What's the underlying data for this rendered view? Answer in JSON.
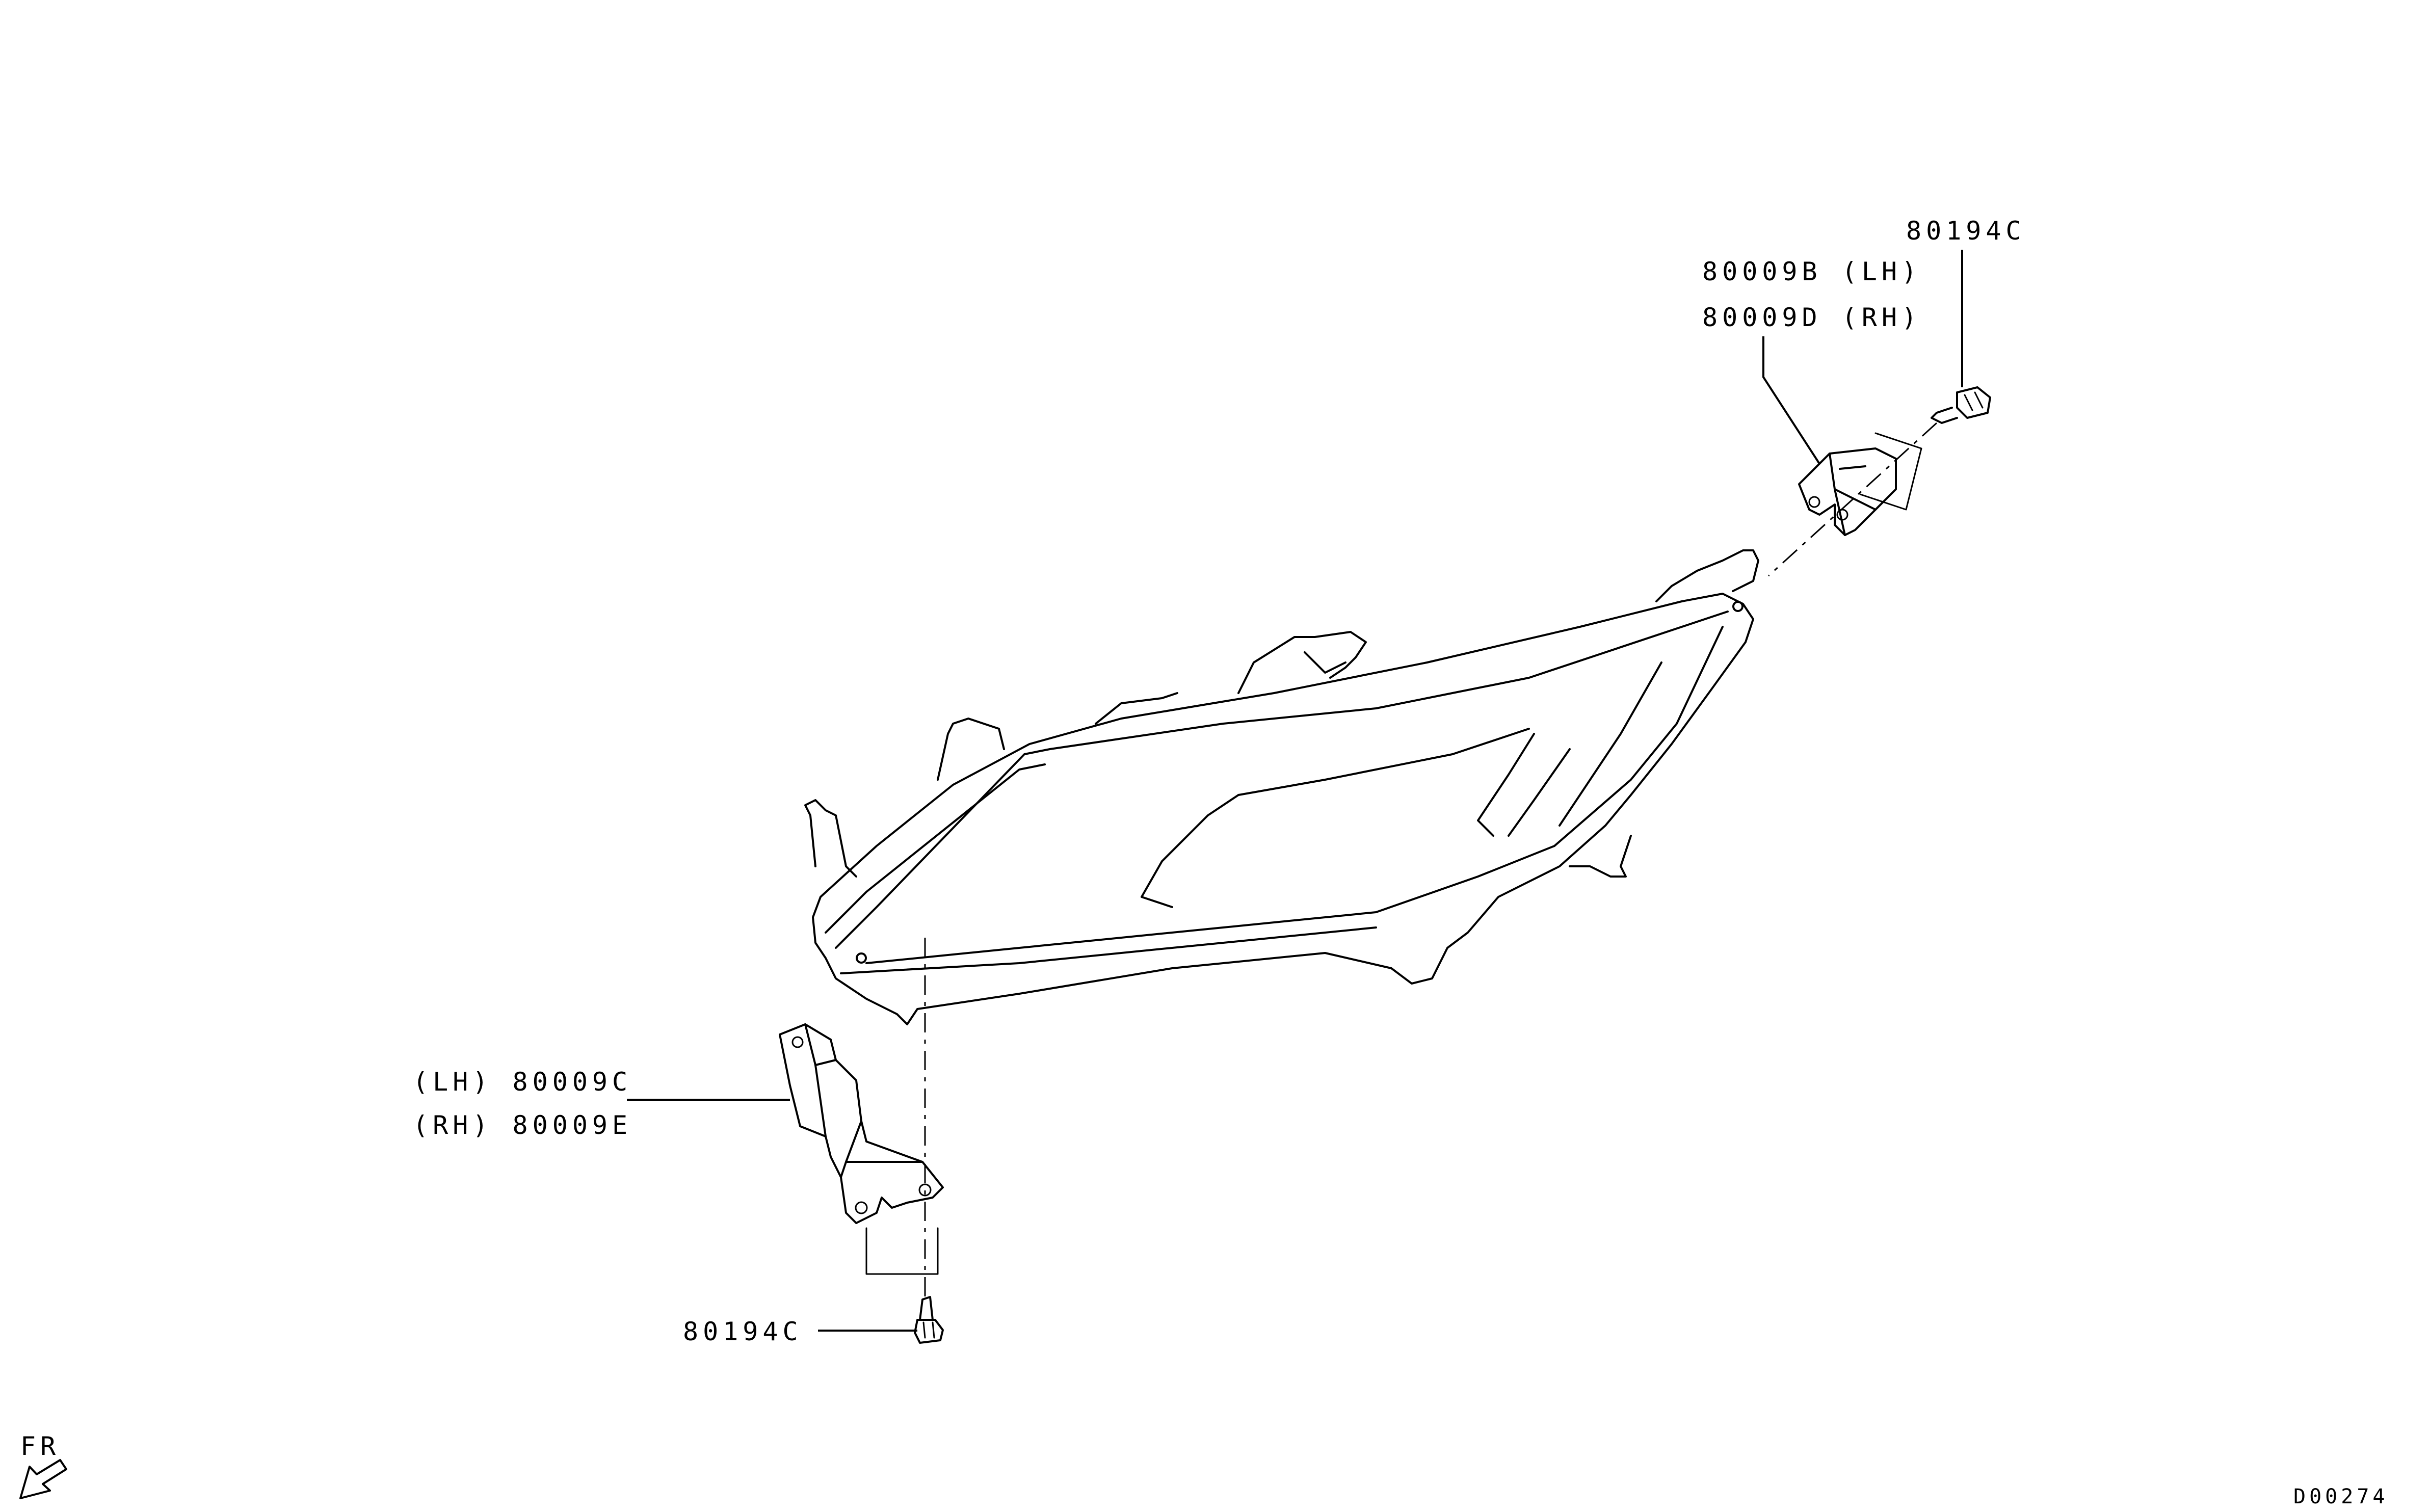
{
  "diagram": {
    "callouts": {
      "upper_bolt": "80194C",
      "upper_bracket_lh": "80009B (LH)",
      "upper_bracket_rh": "80009D (RH)",
      "lower_bracket_lh": "(LH) 80009C",
      "lower_bracket_rh": "(RH) 80009E",
      "lower_bolt": "80194C"
    },
    "front_indicator": "FR",
    "drawing_code": "D00274"
  }
}
